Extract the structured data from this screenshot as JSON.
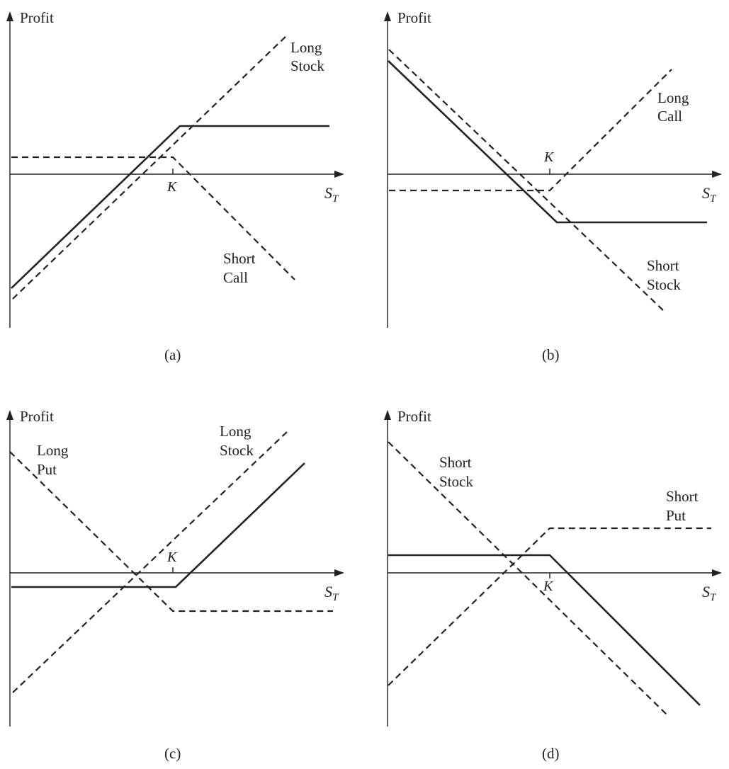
{
  "axis": {
    "y_label": "Profit",
    "x_label_main": "S",
    "x_label_sub": "T",
    "strike_label": "K"
  },
  "panels": [
    {
      "caption": "(a)",
      "labels": [
        [
          "Long",
          "Stock"
        ],
        [
          "Short",
          "Call"
        ]
      ]
    },
    {
      "caption": "(b)",
      "labels": [
        [
          "Long",
          "Call"
        ],
        [
          "Short",
          "Stock"
        ]
      ]
    },
    {
      "caption": "(c)",
      "labels": [
        [
          "Long",
          "Put"
        ],
        [
          "Long",
          "Stock"
        ]
      ]
    },
    {
      "caption": "(d)",
      "labels": [
        [
          "Short",
          "Stock"
        ],
        [
          "Short",
          "Put"
        ]
      ]
    }
  ]
}
